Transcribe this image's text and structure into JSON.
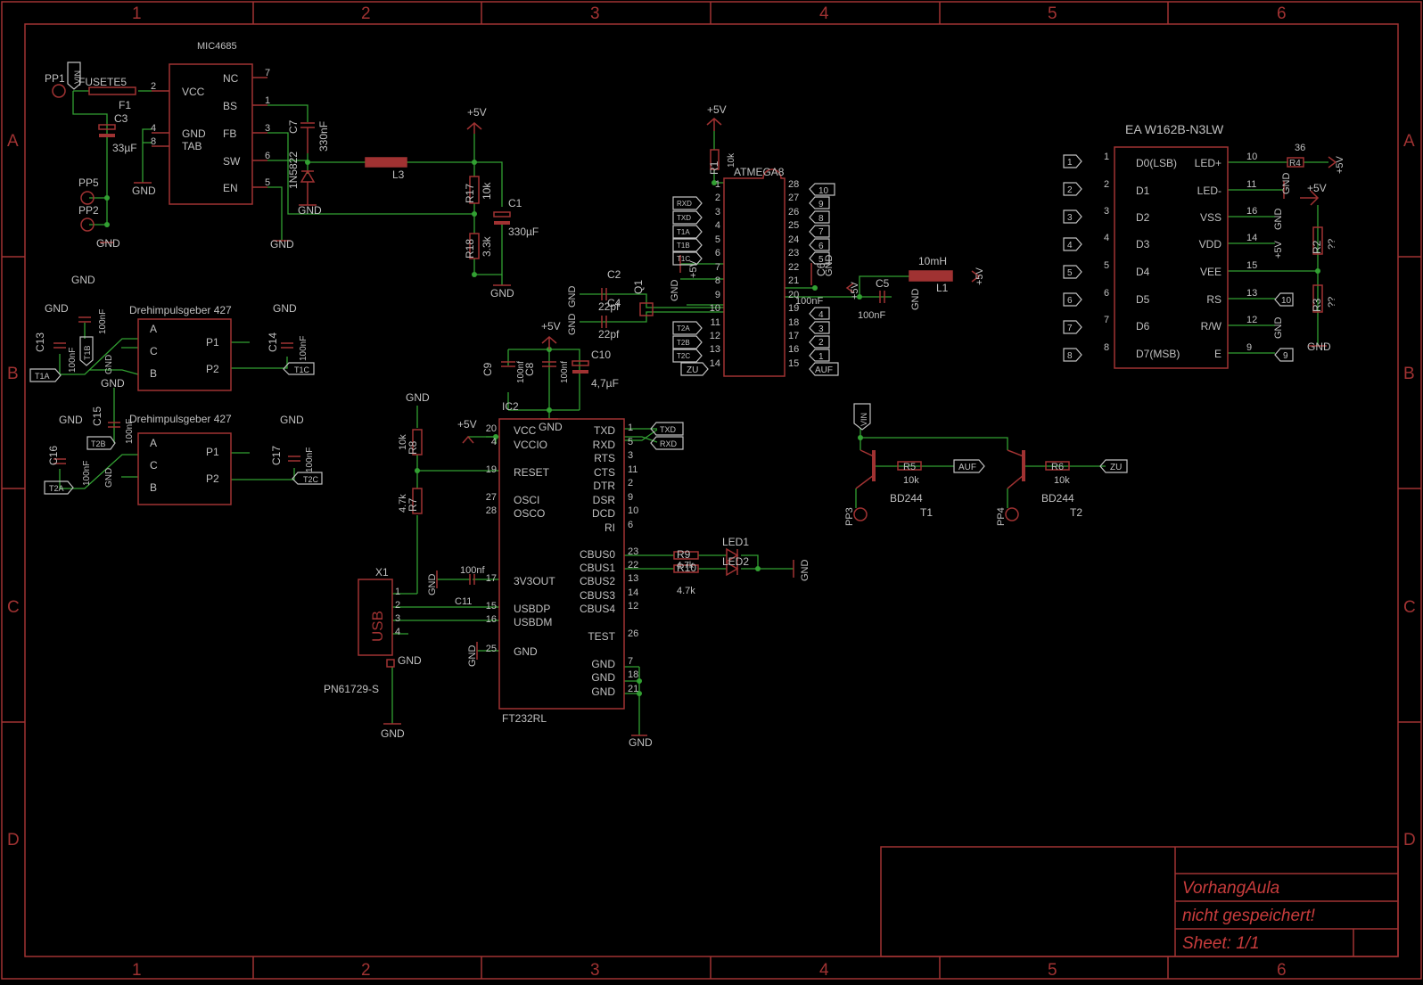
{
  "colors": {
    "background": "#000000",
    "frame": "#a03232",
    "component": "#a03232",
    "wire": "#32a032",
    "text": "#c0c0c0",
    "title_text": "#c83c3c"
  },
  "frame": {
    "columns": [
      "1",
      "2",
      "3",
      "4",
      "5",
      "6"
    ],
    "rows": [
      "A",
      "B",
      "C",
      "D"
    ]
  },
  "title_block": {
    "name": "VorhangAula",
    "status": "nicht gespeichert!",
    "sheet": "Sheet: 1/1"
  },
  "regulator": {
    "name": "MIC4685",
    "pins_left": [
      "VCC",
      "GND",
      "TAB"
    ],
    "pins_right": [
      "NC",
      "BS",
      "FB",
      "SW",
      "EN"
    ],
    "pin_numbers": [
      "2",
      "4",
      "8",
      "7",
      "1",
      "3",
      "6",
      "5"
    ],
    "fuse_name": "F1",
    "fuse_value": "FUSETE5",
    "pp1": "PP1",
    "vin": "VIN",
    "c3_name": "C3",
    "c3_value": "33µF",
    "pp5": "PP5",
    "pp2": "PP2",
    "c7_name": "C7",
    "c7_value": "330nF",
    "diode": "1N5822",
    "l3": "L3",
    "r17_name": "R17",
    "r17_value": "10k",
    "r18_name": "R18",
    "r18_value": "3.3k",
    "c1_name": "C1",
    "c1_value": "330µF"
  },
  "encoders": {
    "name": "Drehimpulsgeber 427",
    "pins_left": [
      "A",
      "C",
      "B"
    ],
    "pins_right": [
      "P1",
      "P2"
    ],
    "c13": "C13",
    "c14": "C14",
    "c15": "C15",
    "c16": "C16",
    "c17": "C17",
    "cap_value": "100nF"
  },
  "mcu": {
    "name": "ATMEGA8",
    "pins_left": [
      "1",
      "2",
      "3",
      "4",
      "5",
      "6",
      "7",
      "8",
      "9",
      "10",
      "11",
      "12",
      "13",
      "14"
    ],
    "pins_right": [
      "28",
      "27",
      "26",
      "25",
      "24",
      "23",
      "22",
      "21",
      "20",
      "19",
      "18",
      "17",
      "16",
      "15"
    ],
    "r1_name": "R1",
    "r1_value": "10k",
    "c2_name": "C2",
    "c4_name": "C4",
    "crystal_cap": "22pf",
    "crystal": "Q1",
    "c6_name": "C6",
    "c6_value": "100nF",
    "c5_name": "C5",
    "c5_value": "100nF",
    "l1_name": "L1",
    "l1_value": "10mH",
    "left_labels": [
      "RXD",
      "TXD",
      "T1A",
      "T1B",
      "T1C",
      "T2A",
      "T2B",
      "T2C",
      "ZU"
    ],
    "right_labels": [
      "10",
      "9",
      "8",
      "7",
      "6",
      "5",
      "4",
      "3",
      "2",
      "1",
      "AUF"
    ]
  },
  "lcd": {
    "name": "EA W162B-N3LW",
    "pins_left": [
      "D0(LSB)",
      "D1",
      "D2",
      "D3",
      "D4",
      "D5",
      "D6",
      "D7(MSB)"
    ],
    "pins_right": [
      "LED+",
      "LED-",
      "VSS",
      "VDD",
      "VEE",
      "RS",
      "R/W",
      "E"
    ],
    "left_numbers": [
      "1",
      "2",
      "3",
      "4",
      "5",
      "6",
      "7",
      "8"
    ],
    "right_numbers": [
      "10",
      "11",
      "16",
      "14",
      "15",
      "13",
      "12",
      "9"
    ],
    "r4_name": "R4",
    "r4_value": "36",
    "r2_name": "R2",
    "r3_name": "R3",
    "r_value": "??"
  },
  "usb": {
    "name": "FT232RL",
    "ref": "IC2",
    "pins_left": [
      "VCC",
      "VCCIO",
      "RESET",
      "OSCI",
      "OSCO",
      "3V3OUT",
      "USBDP",
      "USBDM",
      "GND"
    ],
    "pins_right": [
      "TXD",
      "RXD",
      "RTS",
      "CTS",
      "DTR",
      "DSR",
      "DCD",
      "RI",
      "CBUS0",
      "CBUS1",
      "CBUS2",
      "CBUS3",
      "CBUS4",
      "TEST",
      "GND",
      "GND",
      "GND"
    ],
    "left_numbers": [
      "20",
      "4",
      "19",
      "27",
      "28",
      "17",
      "15",
      "16",
      "25"
    ],
    "right_numbers": [
      "1",
      "5",
      "3",
      "11",
      "2",
      "9",
      "10",
      "6",
      "23",
      "22",
      "13",
      "14",
      "12",
      "26",
      "7",
      "18",
      "21"
    ],
    "c9": "C9",
    "c8": "C8",
    "c10_name": "C10",
    "c10_value": "4,7µF",
    "c11_name": "C11",
    "c11_value": "100nf",
    "cap_value": "100nf",
    "r8_name": "R8",
    "r8_value": "10k",
    "r7_name": "R7",
    "r7_value": "4.7k",
    "connector": "X1",
    "connector_label": "USB",
    "connector_part": "PN61729-S",
    "r9": "R9",
    "r10": "R10",
    "led_r_value": "4.7k",
    "led1": "LED1",
    "led2": "LED2"
  },
  "drivers": {
    "vin": "VIN",
    "part": "BD244",
    "t1": "T1",
    "t2": "T2",
    "r5_name": "R5",
    "r6_name": "R6",
    "r_value": "10k",
    "pp3": "PP3",
    "pp4": "PP4",
    "auf": "AUF",
    "zu": "ZU"
  },
  "common": {
    "gnd": "GND",
    "plus5v": "+5V"
  }
}
